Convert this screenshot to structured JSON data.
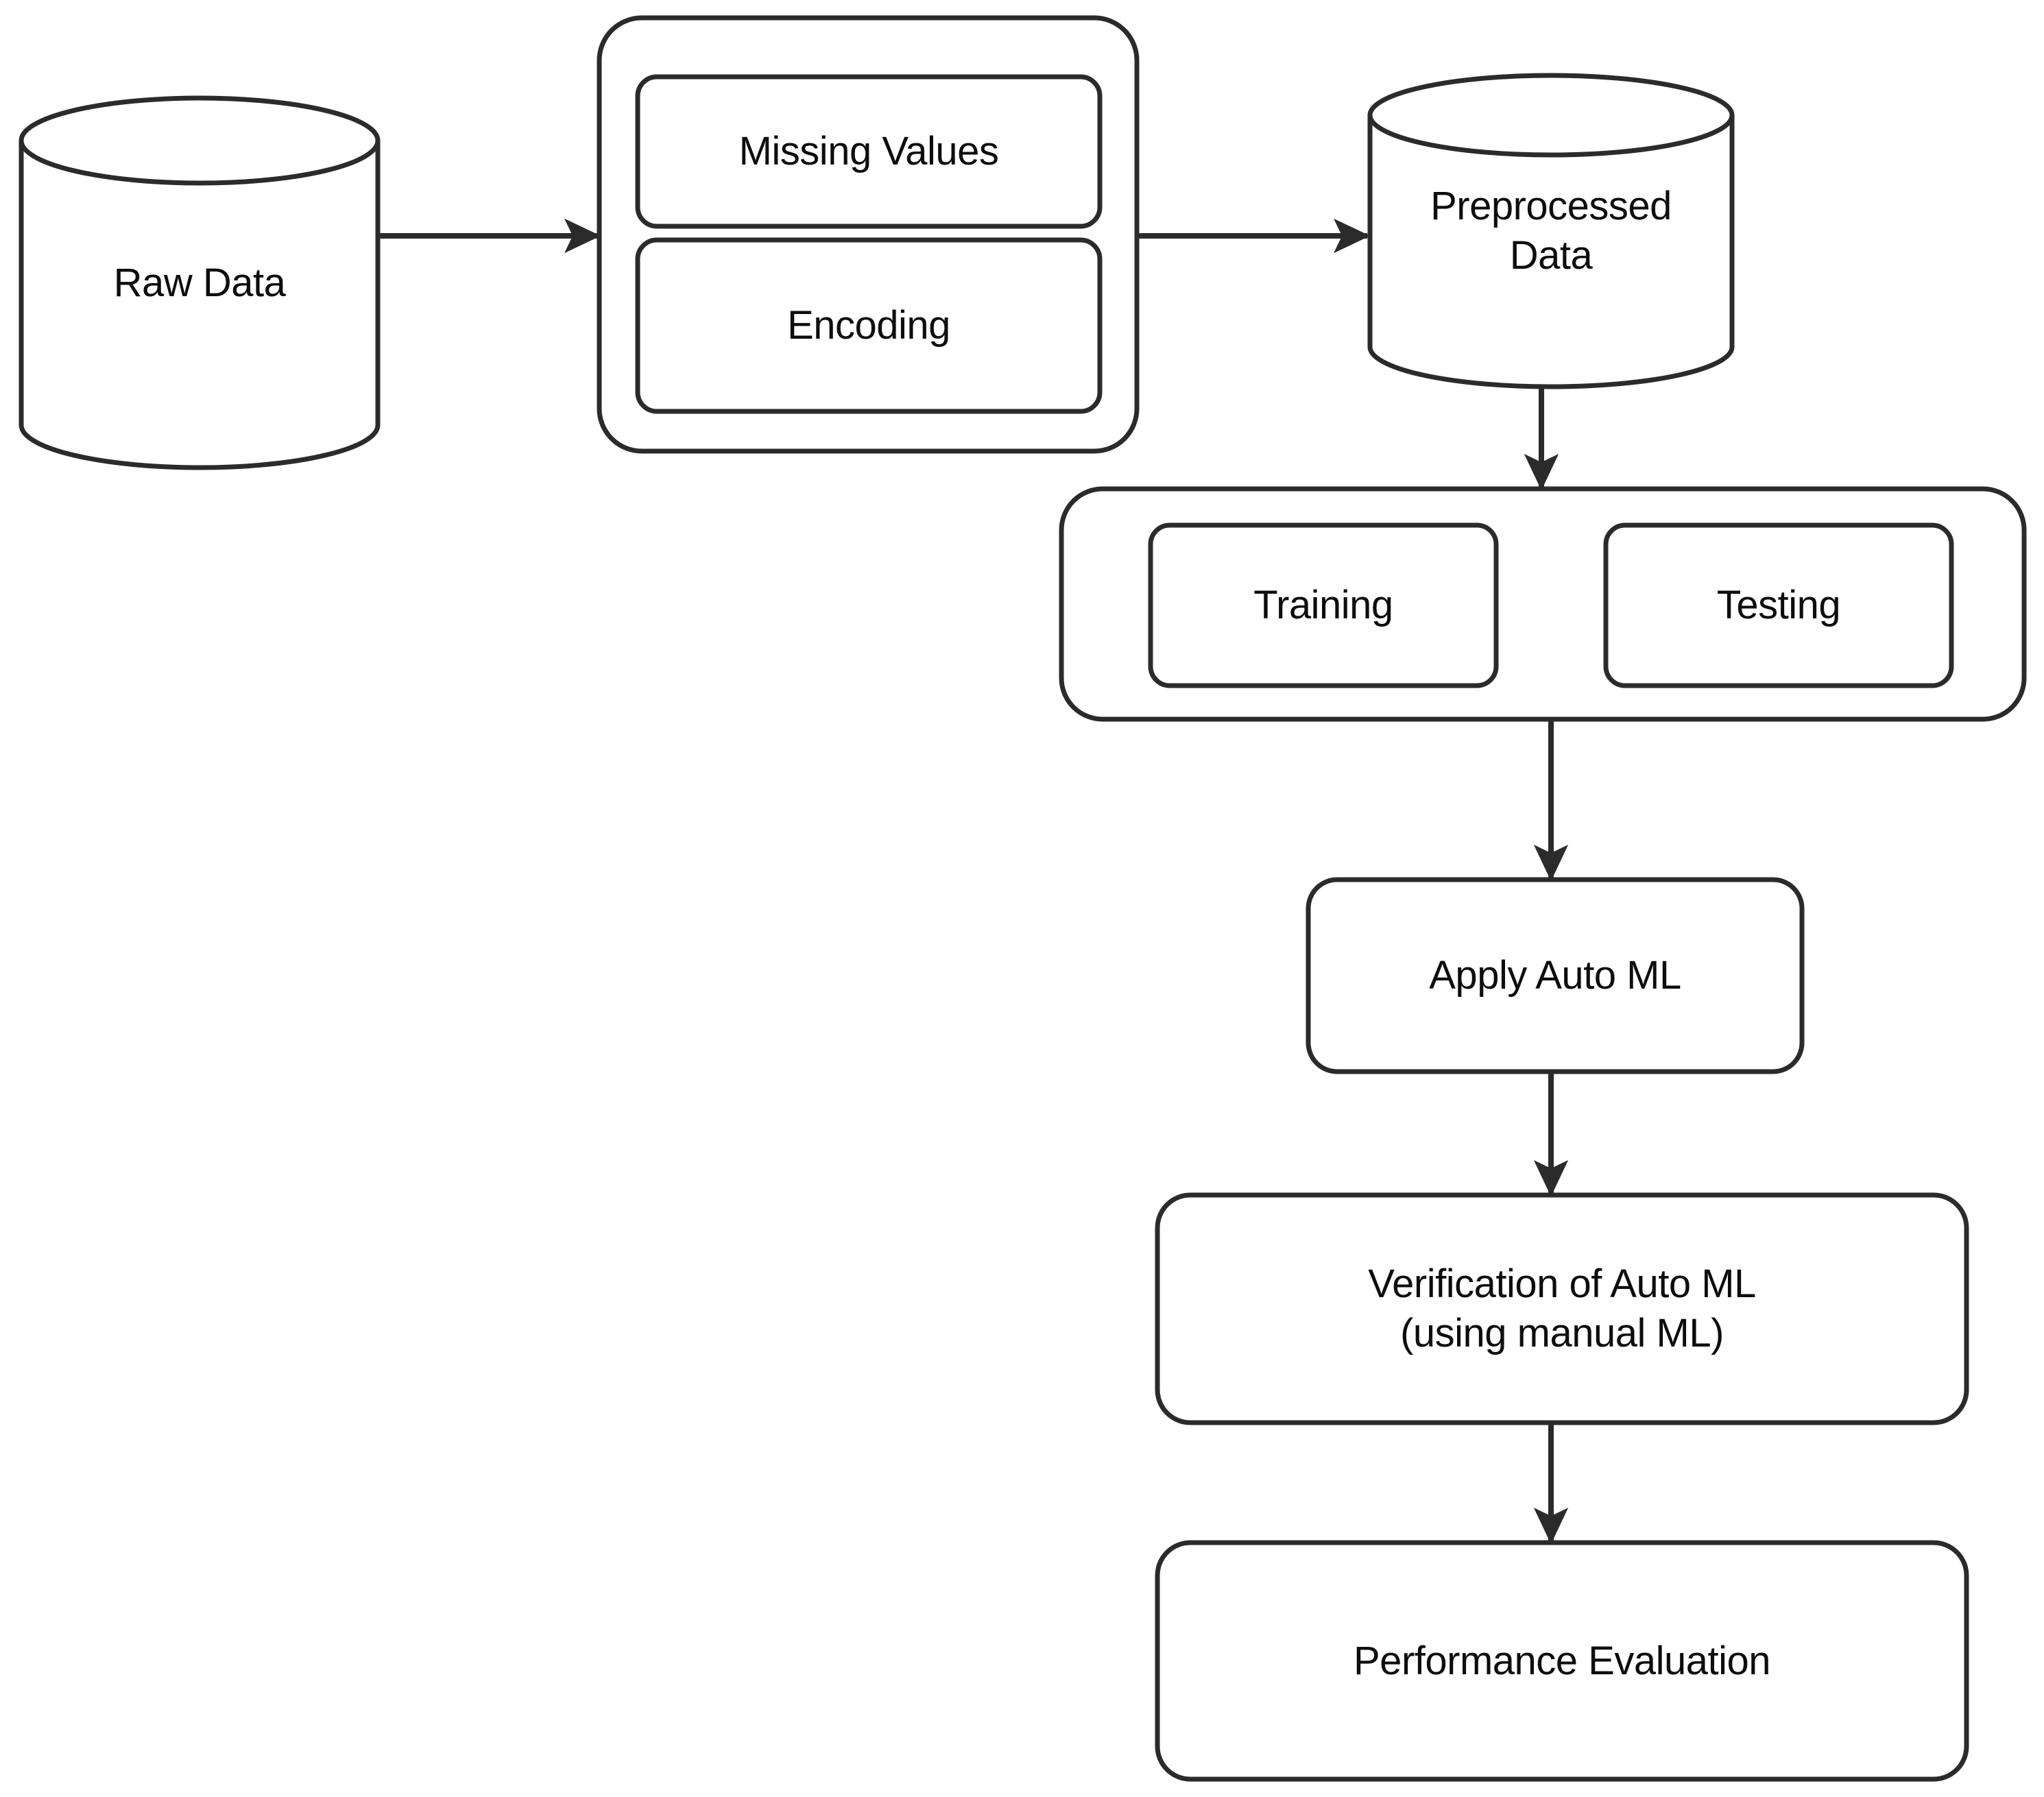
{
  "diagram": {
    "title": "Auto ML workflow flowchart",
    "background_color": "#ffffff",
    "stroke_color": "#2b2b2b",
    "text_color": "#0d0d0d",
    "nodes": {
      "raw_data": {
        "label": "Raw Data",
        "shape": "cylinder"
      },
      "preprocessing_group": {
        "label": "",
        "shape": "rounded-container"
      },
      "missing_values": {
        "label": "Missing Values",
        "shape": "rounded-rect"
      },
      "encoding": {
        "label": "Encoding",
        "shape": "rounded-rect"
      },
      "preprocessed_data": {
        "label": "Preprocessed\nData",
        "shape": "cylinder"
      },
      "split_group": {
        "label": "",
        "shape": "rounded-container"
      },
      "training": {
        "label": "Training",
        "shape": "rounded-rect"
      },
      "testing": {
        "label": "Testing",
        "shape": "rounded-rect"
      },
      "apply_auto_ml": {
        "label": "Apply Auto ML",
        "shape": "rounded-rect"
      },
      "verification": {
        "label": "Verification of Auto ML\n(using manual ML)",
        "shape": "rounded-rect"
      },
      "performance_evaluation": {
        "label": "Performance Evaluation",
        "shape": "rounded-rect"
      }
    },
    "edges": [
      {
        "id": "raw-to-preprocessing",
        "from": "raw_data",
        "to": "preprocessing_group",
        "direction": "right",
        "arrowhead": true
      },
      {
        "id": "preprocessing-to-preprocessed",
        "from": "preprocessing_group",
        "to": "preprocessed_data",
        "direction": "right",
        "arrowhead": true
      },
      {
        "id": "preprocessed-to-split",
        "from": "preprocessed_data",
        "to": "split_group",
        "direction": "down",
        "arrowhead": true
      },
      {
        "id": "split-to-apply",
        "from": "split_group",
        "to": "apply_auto_ml",
        "direction": "down",
        "arrowhead": true
      },
      {
        "id": "apply-to-verification",
        "from": "apply_auto_ml",
        "to": "verification",
        "direction": "down",
        "arrowhead": true
      },
      {
        "id": "verification-to-performance",
        "from": "verification",
        "to": "performance_evaluation",
        "direction": "down",
        "arrowhead": true
      }
    ]
  }
}
